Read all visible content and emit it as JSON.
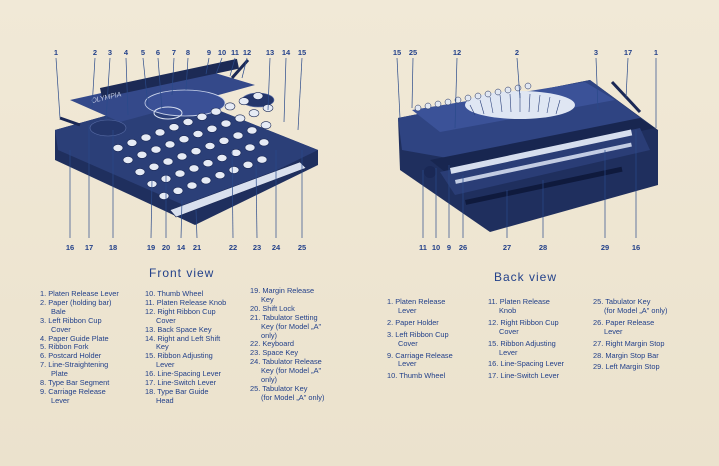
{
  "front": {
    "title": "Front view",
    "callouts_top": [
      "1",
      "2",
      "3",
      "4",
      "5",
      "6",
      "7",
      "8",
      "9",
      "10",
      "11",
      "12",
      "13",
      "14",
      "15"
    ],
    "callouts_bottom": [
      "16",
      "17",
      "18",
      "19",
      "20",
      "14",
      "21",
      "22",
      "23",
      "24",
      "25"
    ],
    "legend": [
      [
        "1. Platen Release Lever"
      ],
      [
        "2. Paper (holding bar)",
        "Bale"
      ],
      [
        "3. Left Ribbon Cup",
        "Cover"
      ],
      [
        "4. Paper Guide Plate"
      ],
      [
        "5. Ribbon Fork"
      ],
      [
        "6. Postcard Holder"
      ],
      [
        "7. Line-Straightening",
        "Plate"
      ],
      [
        "8. Type Bar Segment"
      ],
      [
        "9. Carriage Release",
        "Lever"
      ],
      [
        "10. Thumb Wheel"
      ],
      [
        "11. Platen Release Knob"
      ],
      [
        "12. Right Ribbon Cup",
        "Cover"
      ],
      [
        "13. Back Space Key"
      ],
      [
        "14. Right and Left Shift",
        "Key"
      ],
      [
        "15. Ribbon Adjusting",
        "Lever"
      ],
      [
        "16. Line-Spacing Lever"
      ],
      [
        "17. Line-Switch Lever"
      ],
      [
        "18. Type Bar Guide",
        "Head"
      ],
      [
        "19. Margin Release",
        "Key"
      ],
      [
        "20. Shift Lock"
      ],
      [
        "21. Tabulator Setting",
        "Key (for Model „A\"",
        "only)"
      ],
      [
        "22. Keyboard"
      ],
      [
        "23. Space Key"
      ],
      [
        "24. Tabulator Release",
        "Key (for Model „A\"",
        "only)"
      ],
      [
        "25. Tabulator Key",
        "(for Model „A\" only)"
      ]
    ]
  },
  "back": {
    "title": "Back view",
    "callouts_top": [
      "15",
      "25",
      "12",
      "2",
      "3",
      "17",
      "1"
    ],
    "callouts_bottom": [
      "11",
      "10",
      "9",
      "26",
      "27",
      "28",
      "29",
      "16"
    ],
    "legend": [
      [
        "1. Platen Release",
        "Lever"
      ],
      [
        "2. Paper Holder"
      ],
      [
        "3. Left Ribbon Cup",
        "Cover"
      ],
      [
        "9. Carriage Release",
        "Lever"
      ],
      [
        "10. Thumb Wheel"
      ],
      [
        "11. Platen Release",
        "Knob"
      ],
      [
        "12. Right Ribbon Cup",
        "Cover"
      ],
      [
        "15. Ribbon Adjusting",
        "Lever"
      ],
      [
        "16. Line-Spacing Lever"
      ],
      [
        "17. Line-Switch Lever"
      ],
      [
        "25. Tabulator Key",
        "(for Model „A\" only)"
      ],
      [
        "26. Paper Release",
        "Lever"
      ],
      [
        "27. Right Margin Stop"
      ],
      [
        "28. Margin Stop Bar"
      ],
      [
        "29. Left Margin Stop"
      ]
    ]
  },
  "brand_text": "OLYMPIA"
}
